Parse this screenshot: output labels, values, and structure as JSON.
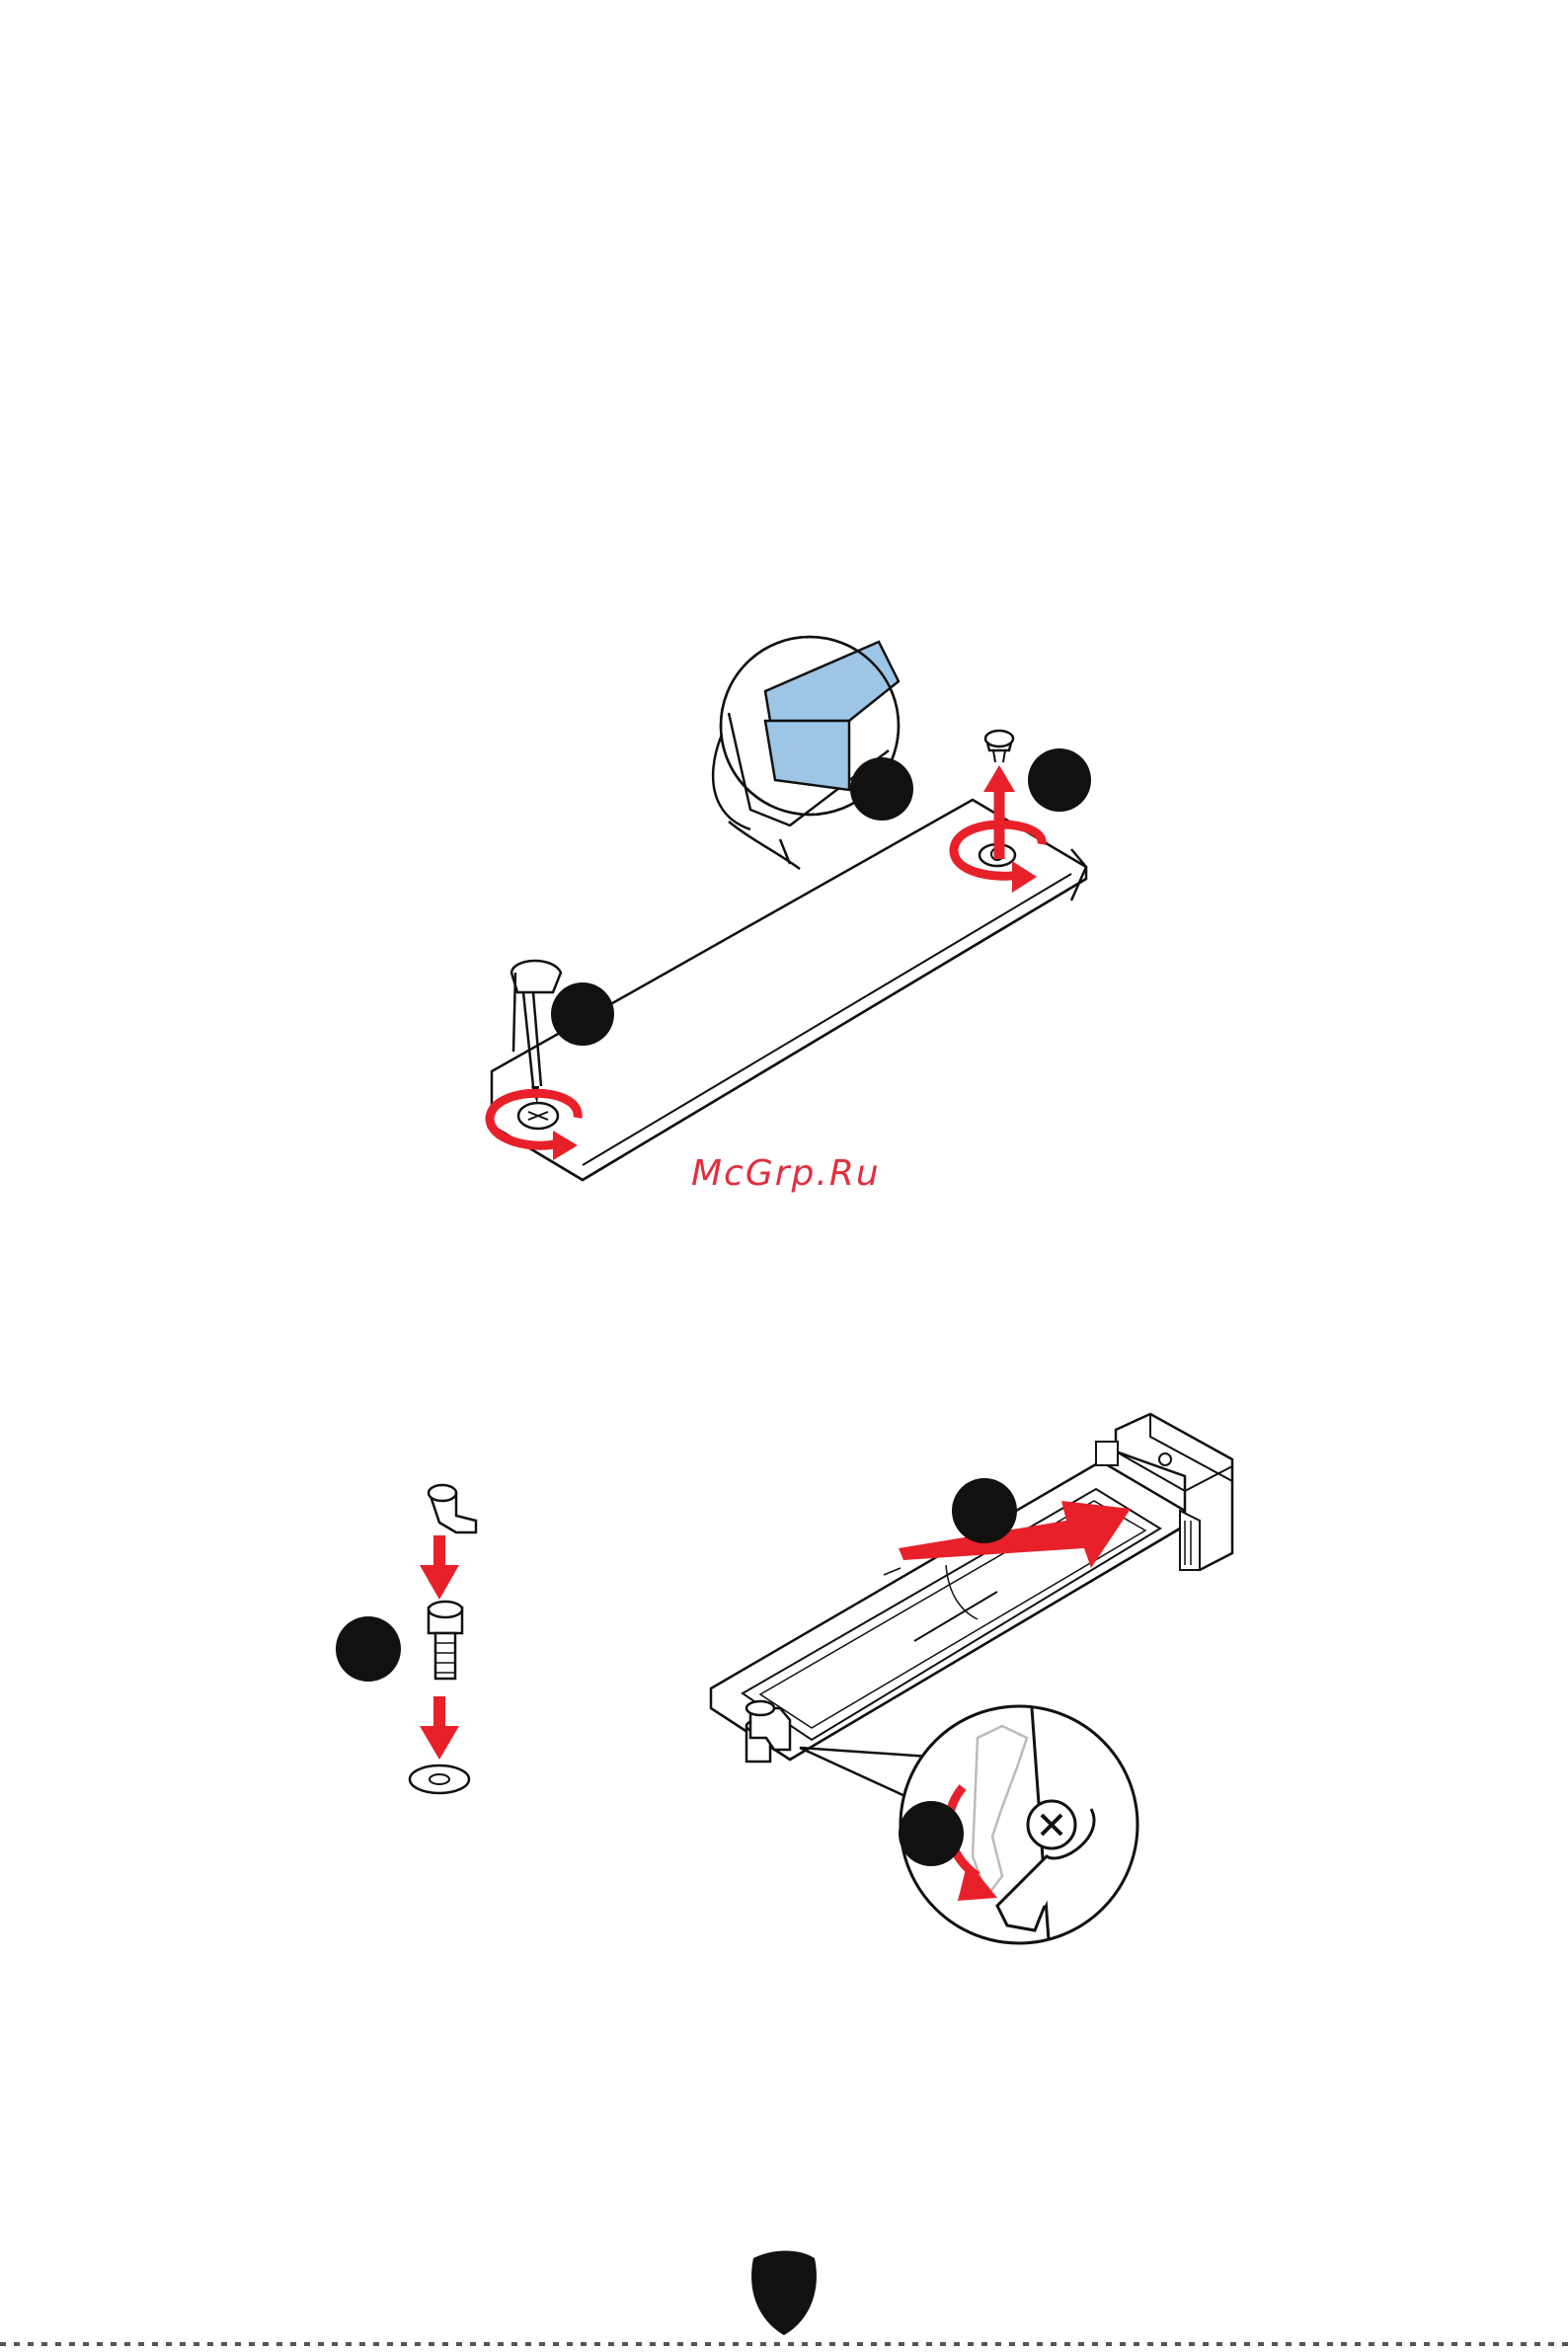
{
  "watermark": {
    "text": "McGrp.Ru"
  },
  "colors": {
    "accent_red": "#e8202a",
    "step_marker": "#111111",
    "pad_blue": "#9dc6e6"
  },
  "figure_top": {
    "icons": [
      "ssd-plate-icon",
      "screwdriver-icon",
      "screw-icon",
      "rotate-arrow-icon",
      "up-arrow-icon",
      "thermal-pad-zoom-icon"
    ],
    "markers": [
      "step-marker",
      "step-marker",
      "step-marker"
    ]
  },
  "figure_bottom": {
    "icons": [
      "standoff-icon",
      "washer-icon",
      "down-arrow-icon",
      "m2-slot-icon",
      "latch-zoom-icon",
      "insert-arrow-icon"
    ],
    "markers": [
      "step-marker",
      "step-marker",
      "step-marker"
    ]
  },
  "footer": {
    "icons": [
      "shield-logo-icon"
    ]
  }
}
